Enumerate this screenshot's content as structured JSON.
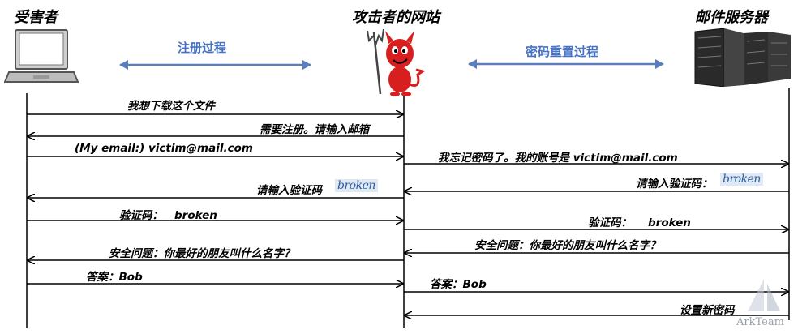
{
  "actors": {
    "victim": "受害者",
    "attacker_site": "攻击者的网站",
    "mail_server": "邮件服务器"
  },
  "processes": {
    "register": "注册过程",
    "reset": "密码重置过程"
  },
  "messages": {
    "m1": "我想下载这个文件",
    "m2": "需要注册。请输入邮箱",
    "m3": "(My email:) victim@mail.com",
    "m4": "我忘记密码了。我的账号是 victim@mail.com",
    "m5": "请输入验证码",
    "m6": "请输入验证码：",
    "m7_label": "验证码：",
    "m7_value": "broken",
    "m8_label": "验证码：",
    "m8_value": "broken",
    "m9": "安全问题：你最好的朋友叫什么名字？",
    "m10": "安全问题：你最好的朋友叫什么名字？",
    "m11": "答案：Bob",
    "m12": "答案：Bob",
    "m13": "设置新密码"
  },
  "captcha": {
    "text1": "broken",
    "text2": "broken"
  },
  "watermark": "ArkTeam",
  "colors": {
    "arrow": "#000000",
    "process_arrow": "#5b7fbd",
    "process_text": "#4472c4",
    "devil": "#d81f1f"
  }
}
